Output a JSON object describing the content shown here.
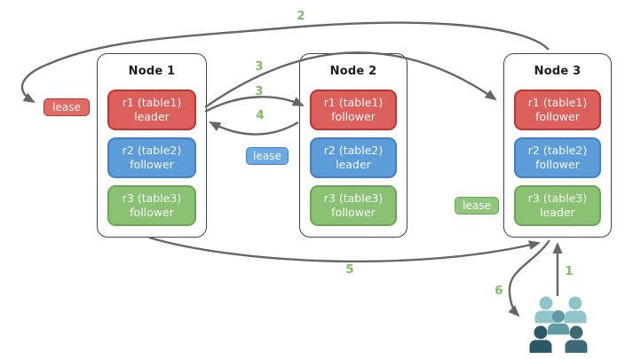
{
  "colors": {
    "arrow": "#666666",
    "number": "#7dbe63",
    "node-border": "#33475f",
    "node-title": "#1d1d1d",
    "red-fill": "#db5f5a",
    "red-border": "#c4332b",
    "blue-fill": "#5c9cd9",
    "blue-border": "#3e81c8",
    "green-fill": "#8bc173",
    "green-border": "#67a94f",
    "red-lease-fill": "#e16a64",
    "blue-lease-fill": "#6baae2",
    "green-lease-fill": "#92c67e",
    "users-light": "#8fc4ca",
    "users-mid": "#5e9ba4",
    "users-dark1": "#2b5866",
    "users-dark2": "#3e6a76"
  },
  "nodes": [
    {
      "title": "Node 1",
      "replicas": [
        {
          "line1": "r1 (table1)",
          "line2": "leader",
          "color": "red"
        },
        {
          "line1": "r2 (table2)",
          "line2": "follower",
          "color": "blue"
        },
        {
          "line1": "r3 (table3)",
          "line2": "follower",
          "color": "green"
        }
      ]
    },
    {
      "title": "Node 2",
      "replicas": [
        {
          "line1": "r1 (table1)",
          "line2": "follower",
          "color": "red"
        },
        {
          "line1": "r2 (table2)",
          "line2": "leader",
          "color": "blue"
        },
        {
          "line1": "r3 (table3)",
          "line2": "follower",
          "color": "green"
        }
      ]
    },
    {
      "title": "Node 3",
      "replicas": [
        {
          "line1": "r1 (table1)",
          "line2": "follower",
          "color": "red"
        },
        {
          "line1": "r2 (table2)",
          "line2": "follower",
          "color": "blue"
        },
        {
          "line1": "r3 (table3)",
          "line2": "leader",
          "color": "green"
        }
      ]
    }
  ],
  "leases": [
    {
      "label": "lease",
      "color": "red"
    },
    {
      "label": "lease",
      "color": "blue"
    },
    {
      "label": "lease",
      "color": "green"
    }
  ],
  "arrow_labels": {
    "s1": "1",
    "s2": "2",
    "s3a": "3",
    "s3b": "3",
    "s4": "4",
    "s5": "5",
    "s6": "6"
  },
  "icons": {
    "users_group_icon": "group of five user/client silhouettes"
  }
}
